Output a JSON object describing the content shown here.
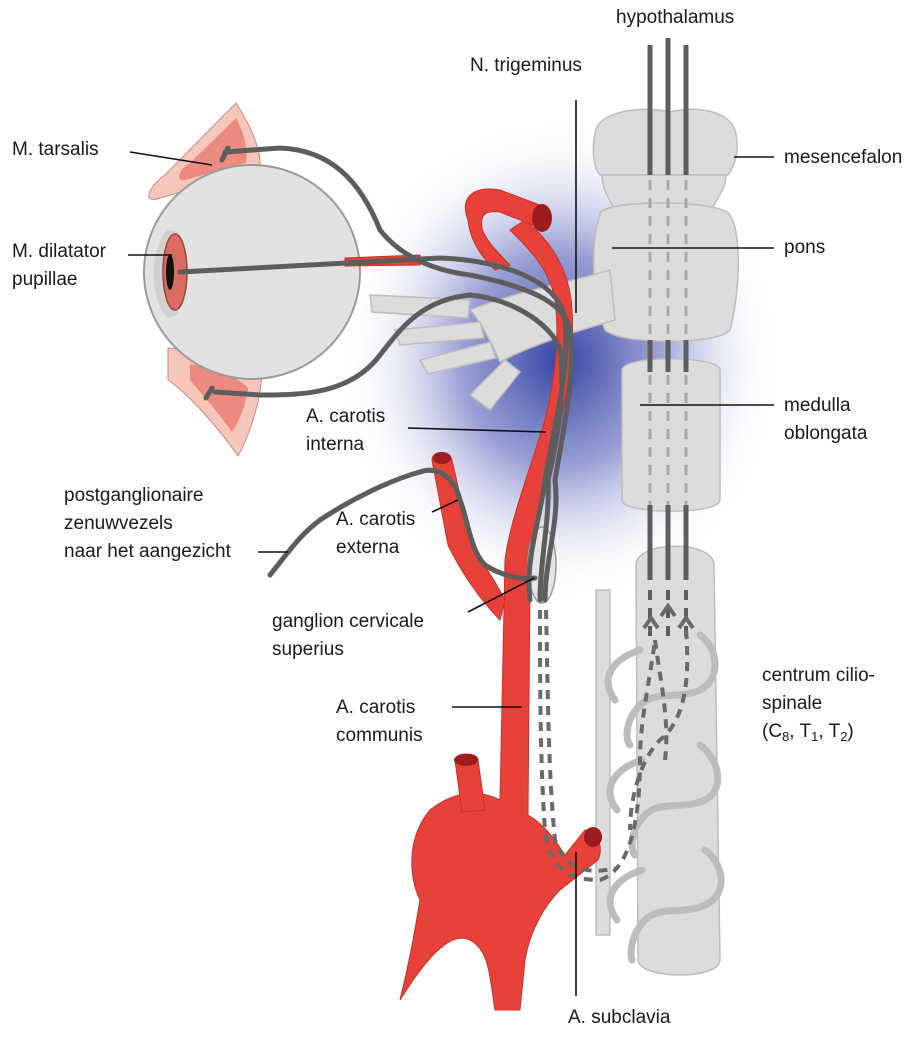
{
  "labels": {
    "hypothalamus": "hypothalamus",
    "n_trigeminus": "N. trigeminus",
    "m_tarsalis": "M. tarsalis",
    "mesencefalon": "mesencefalon",
    "m_dilatator_line1": "M. dilatator",
    "m_dilatator_line2": "pupillae",
    "pons": "pons",
    "medulla_line1": "medulla",
    "medulla_line2": "oblongata",
    "a_carotis_interna_line1": "A. carotis",
    "a_carotis_interna_line2": "interna",
    "postgang_line1": "postganglionaire",
    "postgang_line2": "zenuwvezels",
    "postgang_line3": "naar het aangezicht",
    "a_carotis_externa_line1": "A. carotis",
    "a_carotis_externa_line2": "externa",
    "ganglion_line1": "ganglion cervicale",
    "ganglion_line2": "superius",
    "centrum_line1": "centrum cilio-",
    "centrum_line2": "spinale",
    "centrum_c": "C",
    "centrum_c_sub": "8",
    "centrum_t1": "T",
    "centrum_t1_sub": "1",
    "centrum_t2": "T",
    "centrum_t2_sub": "2",
    "a_carotis_communis_line1": "A. carotis",
    "a_carotis_communis_line2": "communis",
    "a_subclavia": "A. subclavia"
  },
  "colors": {
    "artery": "#e8413a",
    "artery_dark": "#9e1b1e",
    "nerve": "#5d5d5d",
    "cns_gray": "#d9d9d9",
    "cns_outline": "#b5b5b5",
    "eyelid_pink": "#f4b5a7",
    "muscle_red": "#e3716a",
    "glow": "#3b4aa8"
  }
}
